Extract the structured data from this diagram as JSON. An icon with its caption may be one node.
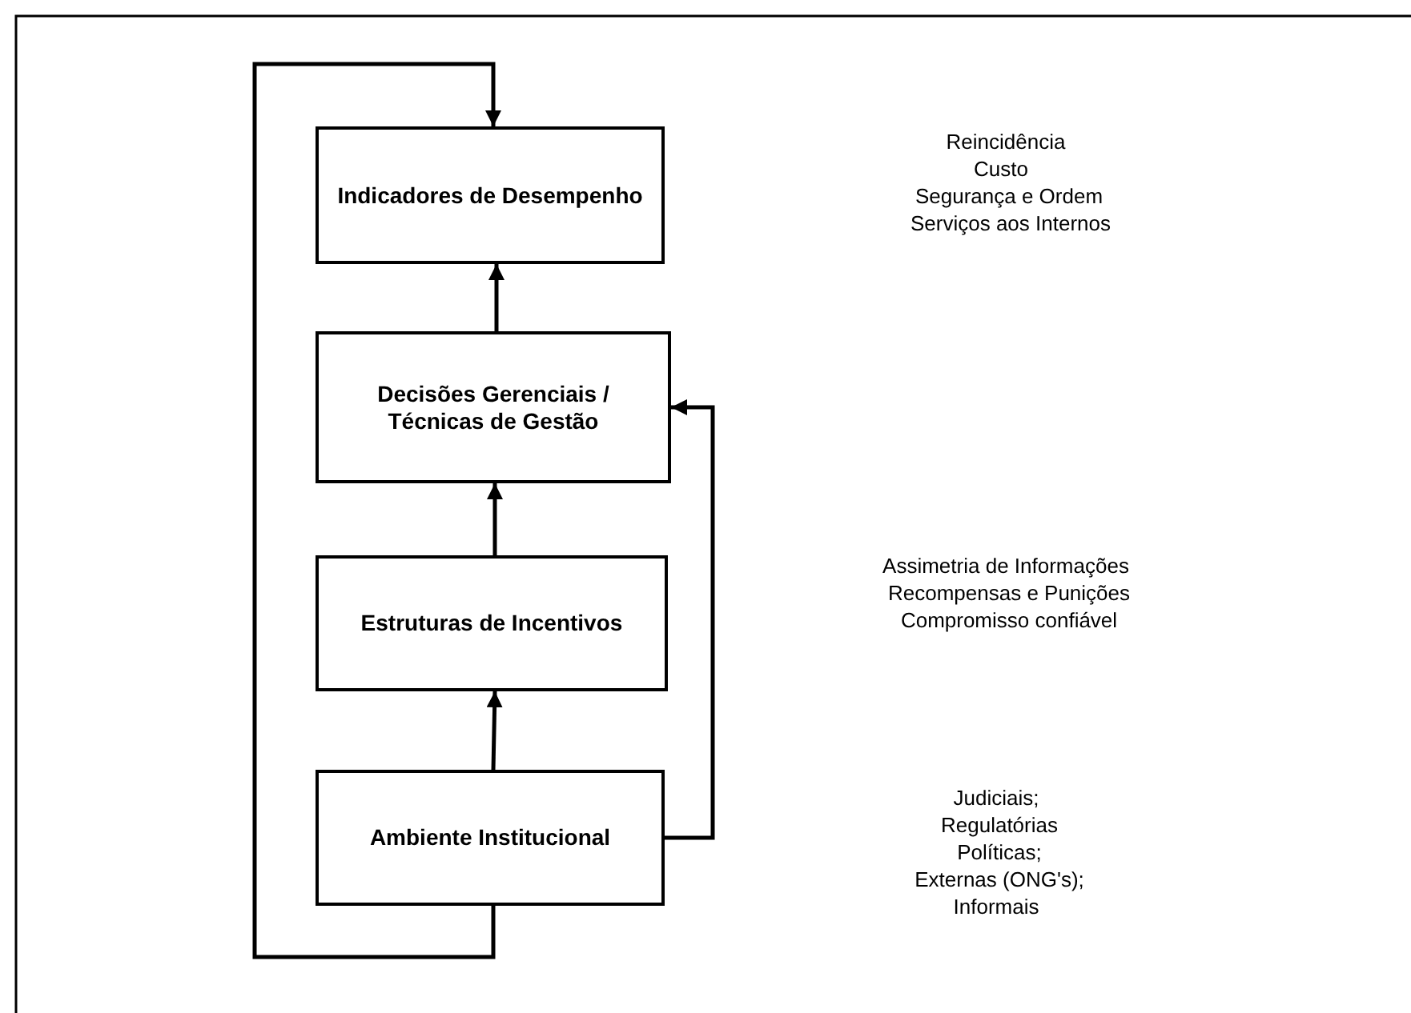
{
  "diagram": {
    "nodes": [
      {
        "text": [
          "Indicadores de Desempenho"
        ]
      },
      {
        "text": [
          "Decisões Gerenciais / Técnicas de Gestão"
        ]
      },
      {
        "text": [
          "Estruturas de Incentivos"
        ]
      },
      {
        "text": [
          "Ambiente Institucional"
        ]
      }
    ],
    "edges": [
      {
        "from": 1,
        "to": 0,
        "arrow": "to"
      },
      {
        "from": 2,
        "to": 1,
        "arrow": "to"
      },
      {
        "from": 3,
        "to": 2,
        "arrow": "to"
      },
      {
        "from": 3,
        "to": 1,
        "arrow": "to"
      },
      {
        "from": 3,
        "to": 0,
        "arrow": "to"
      }
    ],
    "labels": [
      "Reincidência",
      "Custo",
      "Segurança e Ordem",
      "Serviços aos Internos",
      "Assimetria de Informações",
      "Recompensas e Punições",
      "Compromisso confiável",
      "Judiciais;",
      "Regulatórias",
      "Políticas;",
      "Externas (ONG's);",
      "Informais"
    ]
  }
}
